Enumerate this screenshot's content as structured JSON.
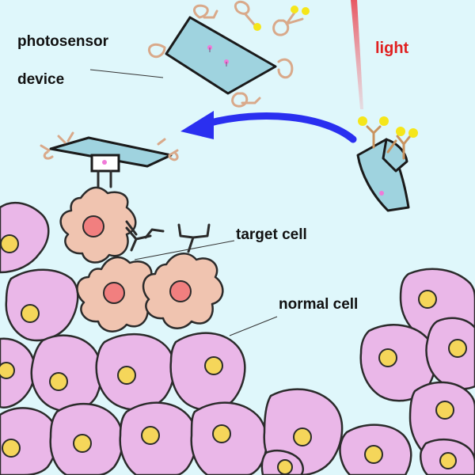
{
  "labels": {
    "photosensor_line1": "photosensor",
    "photosensor_line2": "device",
    "light": "light",
    "target_cell": "target cell",
    "normal_cell": "normal cell"
  },
  "colors": {
    "background": "#dff7fb",
    "light_beam": "#e8505b",
    "light_label": "#e02020",
    "arrow": "#2a2ff0",
    "device": "#9fd3df",
    "normal_cell": "#eab7e8",
    "normal_nucleus": "#f5d65a",
    "target_cell": "#f0c4b0",
    "target_nucleus": "#f17f7f",
    "linker": "#d9a98a",
    "ligand_dot": "#f5e61a"
  }
}
